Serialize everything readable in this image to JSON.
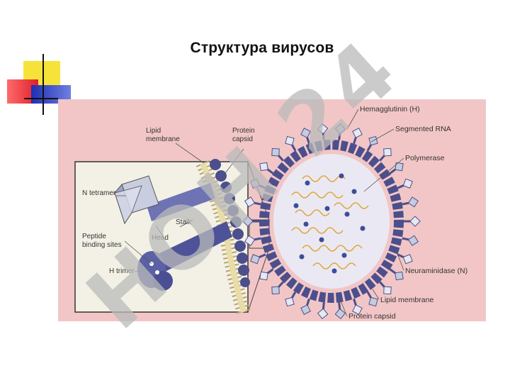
{
  "slide": {
    "title": "Структура вирусов"
  },
  "diagram": {
    "labels": {
      "lipid_membrane_inset": "Lipid\nmembrane",
      "protein_capsid_inset": "Protein\ncapsid",
      "n_tetramer": "N tetramer",
      "stalk": "Stalk",
      "peptide_binding_sites": "Peptide\nbinding sites",
      "head": "Head",
      "h_trimer": "H trimer",
      "hemagglutinin": "Hemagglutinin (H)",
      "segmented_rna": "Segmented RNA",
      "polymerase": "Polymerase",
      "neuraminidase": "Neuraminidase (N)",
      "lipid_membrane": "Lipid membrane",
      "protein_capsid": "Protein capsid"
    },
    "colors": {
      "background": "#f2c6c6",
      "capsid": "#5a5f9e",
      "core": "#eae9f3",
      "rna": "#e1a53a",
      "polymerase_dot": "#3f4c9a",
      "spike_head": "#c5cbe0"
    }
  },
  "watermark": {
    "text": "НОН 24",
    "color": "#b9b9b9"
  },
  "decoration": {
    "colors": [
      "#f5e33a",
      "#e0202a",
      "#2e3fbf",
      "#111111"
    ]
  }
}
